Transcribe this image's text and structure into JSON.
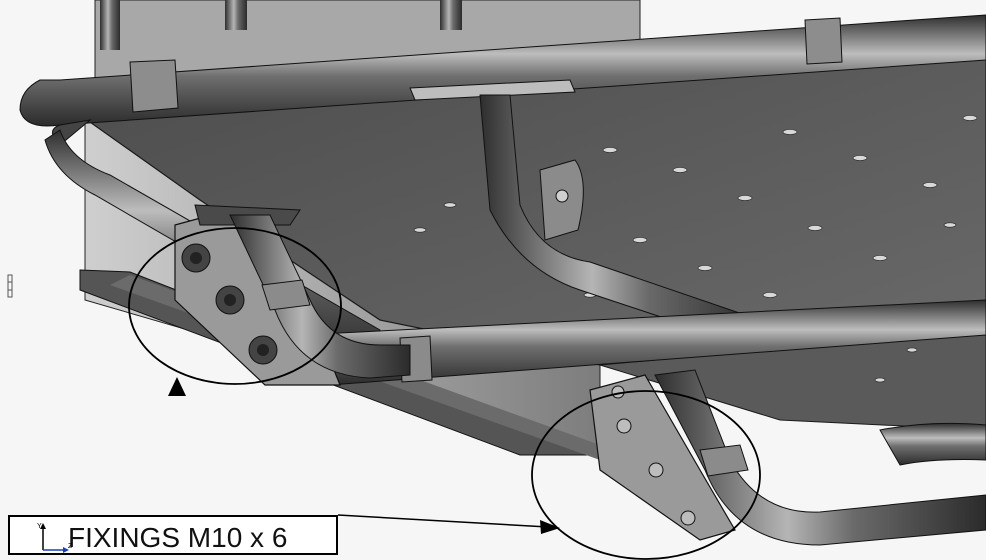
{
  "callout": {
    "text": "FIXINGS M10 x 6"
  },
  "axis_triad": {
    "y_label": "Y",
    "z_label": "Z"
  },
  "colors": {
    "tube_dark": "#3a3a3a",
    "tube_light": "#a9a9a9",
    "panel": "#575757",
    "outline": "#000000"
  }
}
